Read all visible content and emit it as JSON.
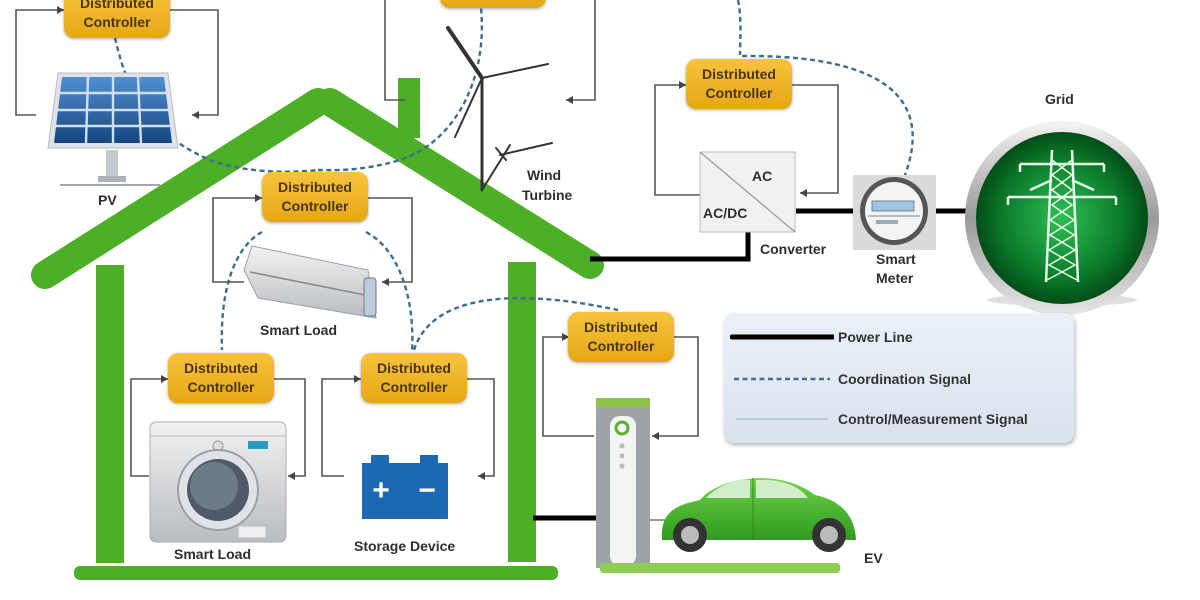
{
  "diagram": {
    "title": "",
    "controller_label_line1": "Distributed",
    "controller_label_line2": "Controller",
    "nodes": {
      "pv": {
        "label": "PV"
      },
      "wind": {
        "label_line1": "Wind",
        "label_line2": "Turbine"
      },
      "converter": {
        "label": "Converter",
        "ac_label": "AC",
        "acdc_label": "AC/DC"
      },
      "smart_meter": {
        "label_line1": "Smart",
        "label_line2": "Meter"
      },
      "grid": {
        "label": "Grid"
      },
      "air_conditioner": {
        "label": "Smart Load"
      },
      "washing_machine": {
        "label": "Smart Load"
      },
      "storage": {
        "label": "Storage Device",
        "plus": "+",
        "minus": "−"
      },
      "ev": {
        "label": "EV"
      }
    },
    "legend": {
      "items": [
        {
          "label": "Power Line",
          "style": "solid-thick",
          "color": "#000000"
        },
        {
          "label": "Coordination Signal",
          "style": "dashed",
          "color": "#3d6e8f"
        },
        {
          "label": "Control/Measurement Signal",
          "style": "solid-thin",
          "color": "#9aa9b6"
        }
      ]
    },
    "colors": {
      "house_green": "#4caf27",
      "controller_yellow": "#f2b628",
      "coordination_blue": "#3d6e8f",
      "grid_green": "#0e7a2e",
      "ev_green": "#43b52a",
      "battery_blue": "#1d68b3"
    }
  }
}
